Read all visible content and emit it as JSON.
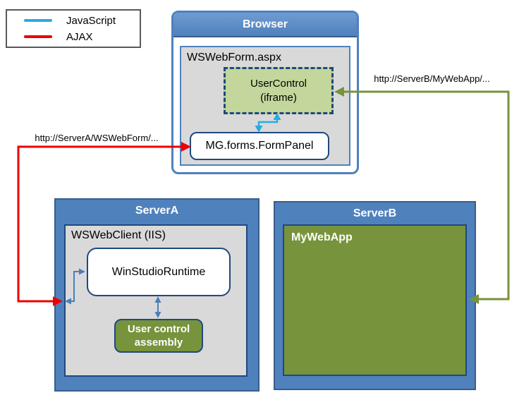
{
  "colors": {
    "blue": "#4F81BD",
    "bluedark": "#385D8A",
    "navy": "#1F497D",
    "gray": "#D9D9D9",
    "lightgreen": "#C3D69B",
    "olive": "#77933C",
    "red": "#EE0000",
    "jsblue": "#29ABE2",
    "connblue": "#4A7EBB",
    "legendborder": "#595959",
    "text": "#000000"
  },
  "legend": {
    "javascript_label": "JavaScript",
    "ajax_label": "AJAX"
  },
  "browser": {
    "title": "Browser",
    "page_label": "WSWebForm.aspx",
    "usercontrol_line1": "UserControl",
    "usercontrol_line2": "(iframe)",
    "formpanel_label": "MG.forms.FormPanel"
  },
  "server_a": {
    "title": "ServerA",
    "client_label": "WSWebClient (IIS)",
    "runtime_label": "WinStudioRuntime",
    "assembly_line1": "User control",
    "assembly_line2": "assembly"
  },
  "server_b": {
    "title": "ServerB",
    "app_label": "MyWebApp"
  },
  "annotations": {
    "server_a_url": "http://ServerA/WSWebForm/...",
    "server_b_url": "http://ServerB/MyWebApp/..."
  }
}
